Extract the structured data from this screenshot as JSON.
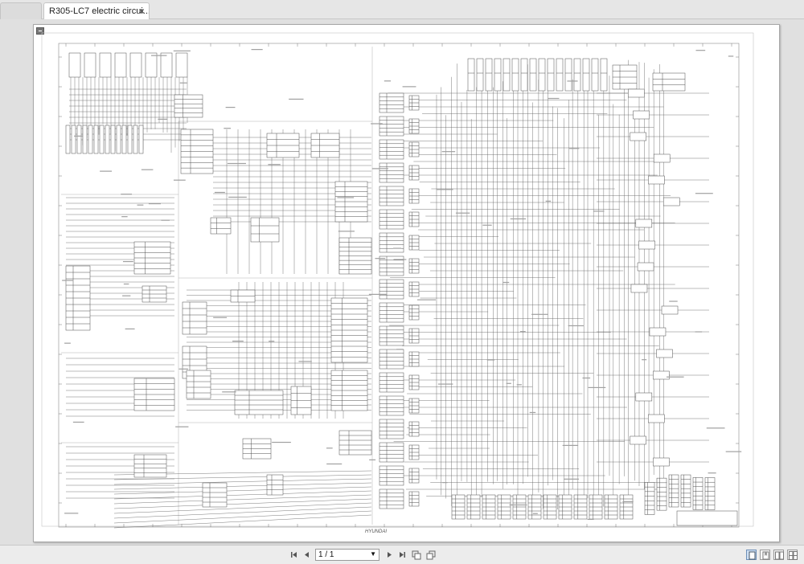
{
  "tabs": [
    {
      "label": "R305-LC7 electric circui...",
      "close": "×"
    }
  ],
  "toolbar": {
    "first_icon": "first-page-icon",
    "prev_icon": "previous-page-icon",
    "page_value": "1 / 1",
    "next_icon": "next-page-icon",
    "last_icon": "last-page-icon",
    "back_icon": "back-view-icon",
    "forward_icon": "forward-view-icon",
    "view_modes": [
      "single-page-icon",
      "bookmark-icon",
      "two-page-icon",
      "two-page-continuous-icon"
    ]
  },
  "document": {
    "logo_text": "HYUNDAI"
  },
  "colors": {
    "line": "#5a5a5a",
    "page_bg": "#ffffff",
    "viewer_bg": "#e0e0e0"
  }
}
